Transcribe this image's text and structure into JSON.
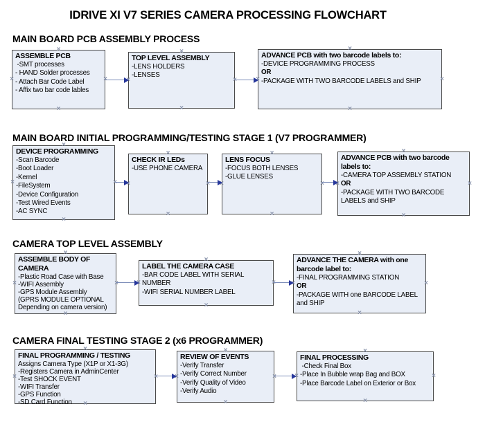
{
  "title": "IDRIVE XI V7 SERIES CAMERA PROCESSING FLOWCHART",
  "icons": {
    "connection_point": "×",
    "arrow_head": "right-arrowhead"
  },
  "colors": {
    "background": "#ffffff",
    "box_fill": "#e9eef7",
    "box_border": "#4a4a4a",
    "arrow_line": "#7a8bb8",
    "arrow_head": "#27379b",
    "connection_point": "#8a94ab",
    "text": "#000000"
  },
  "sections": [
    {
      "heading": "MAIN BOARD PCB ASSEMBLY PROCESS",
      "boxes": [
        {
          "title": "ASSEMBLE PCB",
          "items": [
            " -SMT processes",
            "- HAND Solder processes",
            "- Attach Bar Code Label",
            "- Affix two bar code lables"
          ]
        },
        {
          "title": "TOP LEVEL ASSEMBLY",
          "items": [
            "-LENS HOLDERS",
            "-LENSES"
          ]
        },
        {
          "title": "ADVANCE PCB with two barcode labels to:",
          "items": [
            "-DEVICE PROGRAMMING PROCESS",
            "OR",
            "-PACKAGE WITH TWO BARCODE LABELS and SHIP"
          ]
        }
      ]
    },
    {
      "heading": "MAIN BOARD INITIAL PROGRAMMING/TESTING STAGE 1 (V7 PROGRAMMER)",
      "boxes": [
        {
          "title": "DEVICE PROGRAMMING",
          "items": [
            "-Scan Barcode",
            "-Boot Loader",
            "-Kernel",
            "-FileSystem",
            "-Device Configuration",
            "-Test Wired Events",
            "-AC SYNC"
          ]
        },
        {
          "title": "CHECK IR LEDs",
          "items": [
            "-USE PHONE CAMERA"
          ]
        },
        {
          "title": "LENS FOCUS",
          "items": [
            "-FOCUS BOTH LENSES",
            "-GLUE LENSES"
          ]
        },
        {
          "title": "ADVANCE PCB with two barcode labels to:",
          "items": [
            "-CAMERA TOP ASSEMBLY STATION",
            "OR",
            "-PACKAGE WITH TWO BARCODE LABELS and SHIP"
          ]
        }
      ]
    },
    {
      "heading": "CAMERA TOP LEVEL ASSEMBLY",
      "boxes": [
        {
          "title": "ASSEMBLE BODY OF CAMERA",
          "items": [
            "-Plastic Road Case with Base",
            "-WIFI Assembly",
            "-GPS Module Assembly",
            "(GPRS MODULE OPTIONAL",
            "Depending on camera version)"
          ]
        },
        {
          "title": "LABEL THE CAMERA CASE",
          "items": [
            "-BAR CODE LABEL WITH SERIAL NUMBER",
            "-WIFI SERIAL NUMBER LABEL"
          ]
        },
        {
          "title": "ADVANCE THE CAMERA with one barcode label to:",
          "items": [
            "-FINAL PROGRAMMING STATION",
            "OR",
            "-PACKAGE WITH one BARCODE LABEL and SHIP"
          ]
        }
      ]
    },
    {
      "heading": "CAMERA FINAL TESTING STAGE 2 (x6 PROGRAMMER)",
      "boxes": [
        {
          "title": "FINAL PROGRAMMING / TESTING",
          "items": [
            "Assigns Camera Type (X1P or X1-3G)",
            "-Registers Camera in AdminCenter",
            "-Test SHOCK EVENT",
            "-WIFI Transfer",
            "-GPS Function",
            "-SD Card Function"
          ]
        },
        {
          "title": "REVIEW OF EVENTS",
          "items": [
            "-Verify Transfer",
            "-Verify Correct Number",
            "-Verify Quality of Video",
            "-Verify Audio"
          ]
        },
        {
          "title": "FINAL PROCESSING",
          "items": [
            " -Check Final Box",
            "-Place In Bubble wrap Bag and BOX",
            "-Place Barcode Label on Exterior or Box"
          ]
        }
      ]
    }
  ]
}
